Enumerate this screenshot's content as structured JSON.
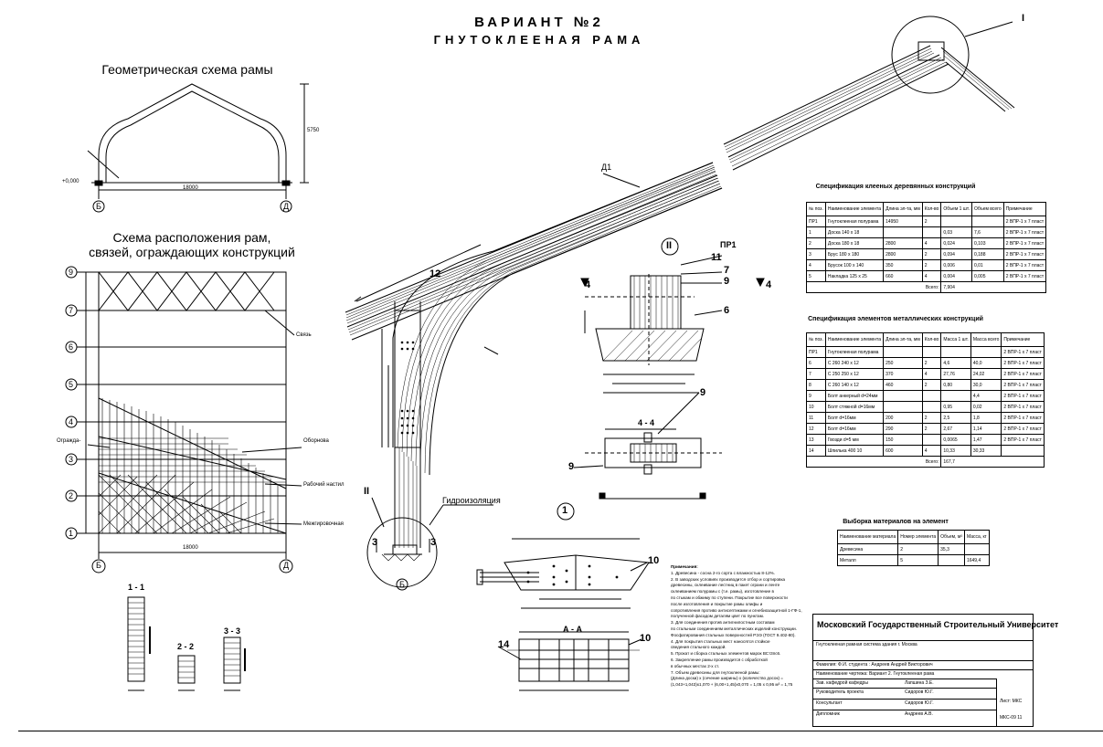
{
  "title": {
    "line1": "ВАРИАНТ №2",
    "line2": "ГНУТОКЛЕЕНАЯ РАМА"
  },
  "geom": {
    "heading": "Геометрическая схема рамы",
    "axis_left": "Б",
    "axis_right": "Д",
    "dim_span": "18000",
    "dim_height": "5750",
    "dim_left_level": "+0,000"
  },
  "layout": {
    "heading1": "Схема расположения рам,",
    "heading2": "связей, ограждающих конструкций",
    "axes": [
      "9",
      "7",
      "6",
      "5",
      "4",
      "3",
      "2",
      "1"
    ],
    "axis_left": "Б",
    "axis_right": "Д",
    "dim_span": "18000",
    "label_svyaz": "Связь",
    "label_roof": "Оборнова",
    "label_plank": "Рабочий настил",
    "label_under": "Межгировочная",
    "label_opt": "Огражда-"
  },
  "main": {
    "label_d1": "Д1",
    "label_12": "12",
    "label_11": "11",
    "label_7": "7",
    "label_9a": "9",
    "label_6": "6",
    "label_9b": "9",
    "label_9c": "9",
    "label_10a": "10",
    "label_10b": "10",
    "label_14": "14",
    "label_3a": "3",
    "label_3b": "3",
    "label_pr1": "ПР1",
    "label_hydro": "Гидроизоляция",
    "axis_b": "Б",
    "node_I": "I",
    "node_II": "II",
    "node_1": "1",
    "sec_44": "4 - 4",
    "sec_aa": "А - А",
    "sec_11": "1 - 1",
    "sec_22": "2 - 2",
    "sec_33": "3 - 3",
    "mark_4a": "4",
    "mark_4b": "4"
  },
  "spec1": {
    "title": "Спецификация клееных деревянных конструкций",
    "headers": [
      "№ поз.",
      "Наименование элемента",
      "Длина эл-та, мм",
      "Кол-во",
      "Объем 1 шт.",
      "Объем всего",
      "Примечание"
    ],
    "rows": [
      [
        "ПР1",
        "Гнутоклееная полурама",
        "14950",
        "2",
        "",
        "",
        "2 ВПР-1 х 7 пласт"
      ],
      [
        "1",
        "Доска 140 х 18",
        "",
        "",
        "0,03",
        "7,6",
        "2 ВПР-1 х 7 пласт"
      ],
      [
        "2",
        "Доска 180 х 18",
        "2800",
        "4",
        "0,024",
        "0,103",
        "2 ВПР-1 х 7 пласт"
      ],
      [
        "3",
        "Брус 180 х 180",
        "2800",
        "2",
        "0,094",
        "0,188",
        "2 ВПР-1 х 7 пласт"
      ],
      [
        "4",
        "Брусок 100 х 140",
        "350",
        "2",
        "0,006",
        "0,01",
        "2 ВПР-1 х 7 пласт"
      ],
      [
        "5",
        "Накладка 125 х 25",
        "660",
        "4",
        "0,004",
        "0,005",
        "2 ВПР-1 х 7 пласт"
      ]
    ],
    "total": "Всего:",
    "total_val": "7,904"
  },
  "spec2": {
    "title": "Спецификация элементов металлических конструкций",
    "headers": [
      "№ поз.",
      "Наименование элемента",
      "Длина эл-та, мм",
      "Кол-во",
      "Масса 1 шт.",
      "Масса всего",
      "Примечание"
    ],
    "rows": [
      [
        "ПР1",
        "Гнутоклееная полурама",
        "",
        "",
        "",
        "",
        "2 ВПР-1 х 7 пласт"
      ],
      [
        "6",
        "С 260 240 х 12",
        "250",
        "2",
        "4,6",
        "40,0",
        "2 ВПР-1 х 7 пласт"
      ],
      [
        "7",
        "С 250 250 х 12",
        "370",
        "4",
        "27,76",
        "24,02",
        "2 ВПР-1 х 7 пласт"
      ],
      [
        "8",
        "С 260 140 х 12",
        "460",
        "2",
        "0,80",
        "30,0",
        "2 ВПР-1 х 7 пласт"
      ],
      [
        "9",
        "Болт анкерный d=24мм",
        "",
        "",
        "",
        "4,4",
        "2 ВПР-1 х 7 пласт"
      ],
      [
        "10",
        "Болт стяжной d=16мм",
        "",
        "",
        "0,95",
        "0,02",
        "2 ВПР-1 х 7 пласт"
      ],
      [
        "11",
        "Болт d=16мм",
        "200",
        "2",
        "2,5",
        "1,8",
        "2 ВПР-1 х 7 пласт"
      ],
      [
        "12",
        "Болт d=16мм",
        "290",
        "2",
        "2,67",
        "1,14",
        "2 ВПР-1 х 7 пласт"
      ],
      [
        "13",
        "Гвозди d=5 мм",
        "150",
        "",
        "0,0065",
        "1,47",
        "2 ВПР-1 х 7 пласт"
      ],
      [
        "14",
        "Шпилька 400 10",
        "600",
        "4",
        "10,33",
        "30,33",
        ""
      ]
    ],
    "total": "Всего:",
    "total_val": "167,7"
  },
  "spec3": {
    "title": "Выборка материалов на элемент",
    "headers": [
      "Наименование материала",
      "Номер элемента",
      "Объем, м³",
      "Масса, кг"
    ],
    "rows": [
      [
        "Древесина",
        "2",
        "35,3",
        ""
      ],
      [
        "Металл",
        "5",
        "",
        "1649,4"
      ]
    ]
  },
  "notes": {
    "lines": [
      "Примечания:",
      "1. Древесина - сосна 2-го сорта с влажностью 8-12%.",
      "2. В заводских условиях производится отбор и сортировка",
      "   древесины, склеивание лестниц в пакет ограни и ленте",
      "   склеиванием полурамы с (т.е. рамы), изготовление в",
      "   по стыкам и обжиму по ступени. Покрытие все поверхности",
      "   после изготовления и покрытие рамы олифы и",
      "   сопротивления противо антисептиками и огнебиозащитной 1-ГФ-1,",
      "   полученной фасадом деталям цвет по пунктам.",
      "3. Для соединения против антигнилостным составам",
      "   по стальным соединениям металлических изделий конструкции.",
      "   Фосфатирования стальных поверхностей РЭЭ (ГОСТ 9.402-80).",
      "4. Для покрытия стальных мест наносятся стойкое",
      "   сведения стального каждой.",
      "5. Прокат и сборка стальных элементов марок ВСт3пс6.",
      "6. Закрепление рамы производится с обработкой",
      "   в обычных местах 2-х ст.",
      "7. Объем древесины для гнутоклееной рамы:",
      "   (Длина доски) x (сечение ширины) x (количество досок) =",
      "   (1,043+1,043)x1,070 + (6,00+1,45)x0,070 = 1,05 x 0,95 м³ = 1,75"
    ]
  },
  "stamp": {
    "org": "Московский Государственный Строительный Университет",
    "topic": "Гнутоклееная рамная система здания г. Москва",
    "student_label": "Фамилия: Ф.И. студента : Андреев Андрей Викторович",
    "drawing": "Наименование чертежа: Вариант 2. Гнутоклееная рама",
    "r1a": "Зав. кафедрой кафедры",
    "r1b": "Лапшина З.Е.",
    "r2a": "Руководитель проекта",
    "r2b": "Сидоров Ю.Г.",
    "r3a": "Консультант",
    "r3b": "Сидоров Ю.Г.",
    "r4a": "Дипломник",
    "r4b": "Андреев А.В.",
    "sheet": "Лист: МКС",
    "sheet_num": "МКС-09 11"
  },
  "colors": {
    "line": "#000000",
    "bg": "#ffffff"
  }
}
